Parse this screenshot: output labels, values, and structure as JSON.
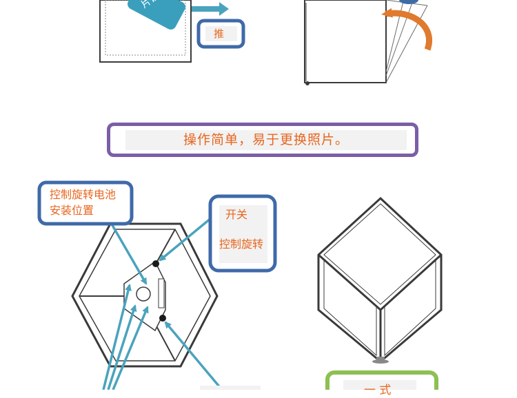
{
  "top_left": {
    "lens_tab_text": "片镜片",
    "push_label": "推"
  },
  "slogan": "操作简单，易于更换照片。",
  "callouts": {
    "battery_line1": "控制旋转电池",
    "battery_line2": "安装位置",
    "switch_line1": "开关",
    "switch_line2": "控制旋转",
    "bottom_right_partial": "一 式"
  },
  "colors": {
    "label_text": "#e8661f",
    "callout_blue_border": "#3f6aa8",
    "slogan_border": "#7b5ea7",
    "green_border": "#8dbf52",
    "arrow_teal": "#4aa3bd",
    "rotate_arrow_orange": "#e07a2e",
    "line_gray": "#3a3a3a"
  }
}
